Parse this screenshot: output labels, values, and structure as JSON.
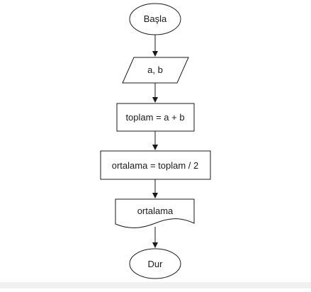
{
  "diagram": {
    "nodes": [
      {
        "id": "start",
        "shape": "terminal",
        "label": "Başla"
      },
      {
        "id": "input",
        "shape": "input-output",
        "label": "a, b"
      },
      {
        "id": "sum",
        "shape": "process",
        "label": "toplam = a + b"
      },
      {
        "id": "avg",
        "shape": "process",
        "label": "ortalama = toplam / 2"
      },
      {
        "id": "output",
        "shape": "document",
        "label": "ortalama"
      },
      {
        "id": "end",
        "shape": "terminal",
        "label": "Dur"
      }
    ],
    "edges": [
      {
        "from": "start",
        "to": "input"
      },
      {
        "from": "input",
        "to": "sum"
      },
      {
        "from": "sum",
        "to": "avg"
      },
      {
        "from": "avg",
        "to": "output"
      },
      {
        "from": "output",
        "to": "end"
      }
    ],
    "colors": {
      "stroke": "#1a1a1a",
      "fill": "#ffffff",
      "text": "#1a1a1a"
    }
  }
}
